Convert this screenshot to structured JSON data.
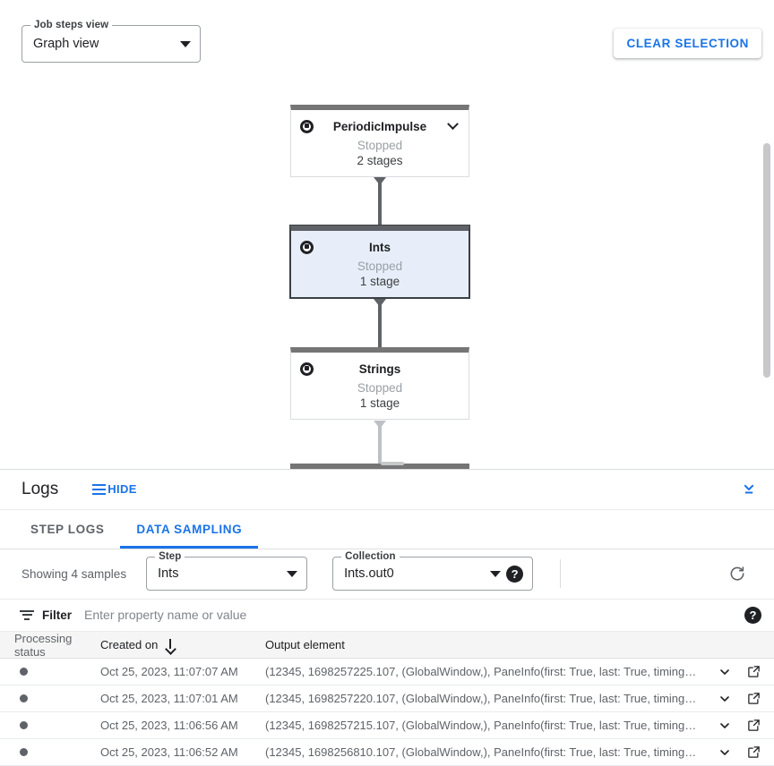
{
  "toolbar": {
    "job_steps_view_legend": "Job steps view",
    "job_steps_view_value": "Graph view",
    "clear_selection_label": "CLEAR SELECTION"
  },
  "graph": {
    "nodes": [
      {
        "name": "PeriodicImpulse",
        "status": "Stopped",
        "stages": "2 stages",
        "selected": false,
        "has_chevron": true
      },
      {
        "name": "Ints",
        "status": "Stopped",
        "stages": "1 stage",
        "selected": true,
        "has_chevron": false
      },
      {
        "name": "Strings",
        "status": "Stopped",
        "stages": "1 stage",
        "selected": false,
        "has_chevron": false
      }
    ]
  },
  "logs": {
    "title": "Logs",
    "hide_label": "HIDE",
    "tabs": [
      {
        "label": "STEP LOGS",
        "active": false
      },
      {
        "label": "DATA SAMPLING",
        "active": true
      }
    ],
    "controls": {
      "showing_label": "Showing 4 samples",
      "step_legend": "Step",
      "step_value": "Ints",
      "collection_legend": "Collection",
      "collection_value": "Ints.out0",
      "help_glyph": "?"
    },
    "filter": {
      "label": "Filter",
      "placeholder": "Enter property name or value",
      "value": "",
      "help_glyph": "?"
    },
    "table": {
      "columns": [
        "Processing status",
        "Created on",
        "Output element"
      ],
      "sorted_column": "Created on",
      "sort_direction": "desc",
      "rows": [
        {
          "created": "Oct 25, 2023, 11:07:07 AM",
          "output": "(12345, 1698257225.107, (GlobalWindow,), PaneInfo(first: True, last: True, timing…"
        },
        {
          "created": "Oct 25, 2023, 11:07:01 AM",
          "output": "(12345, 1698257220.107, (GlobalWindow,), PaneInfo(first: True, last: True, timing…"
        },
        {
          "created": "Oct 25, 2023, 11:06:56 AM",
          "output": "(12345, 1698257215.107, (GlobalWindow,), PaneInfo(first: True, last: True, timing…"
        },
        {
          "created": "Oct 25, 2023, 11:06:52 AM",
          "output": "(12345, 1698256810.107, (GlobalWindow,), PaneInfo(first: True, last: True, timing…"
        }
      ]
    }
  },
  "colors": {
    "accent_blue": "#1a73e8",
    "selected_node_bg": "#e8eef9",
    "node_bar": "#757575",
    "status_dot": "#5f6368"
  }
}
